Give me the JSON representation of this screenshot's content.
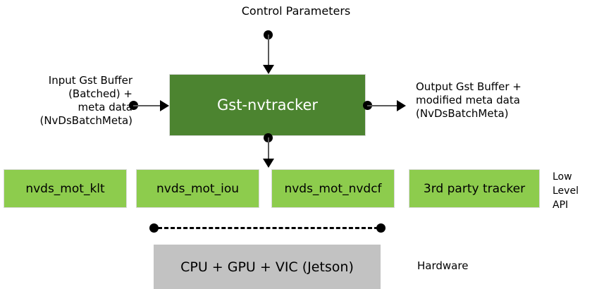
{
  "diagram": {
    "title": "Control Parameters",
    "io": {
      "input_label": "Input Gst Buffer\n(Batched) +\nmeta data\n(NvDsBatchMeta)",
      "output_label": "Output Gst Buffer +\nmodified meta data\n(NvDsBatchMeta)"
    },
    "plugin": {
      "name": "Gst-nvtracker"
    },
    "low_level": {
      "tier_label": "Low\nLevel\nAPI",
      "boxes": [
        {
          "label": "nvds_mot_klt"
        },
        {
          "label": "nvds_mot_iou"
        },
        {
          "label": "nvds_mot_nvdcf"
        },
        {
          "label": "3rd party tracker"
        }
      ]
    },
    "hardware": {
      "tier_label": "Hardware",
      "box_label": "CPU + GPU + VIC (Jetson)"
    },
    "colors": {
      "plugin_green": "#4C8430",
      "low_level_green": "#8DCC4D",
      "hardware_gray": "#c2c2c2",
      "connector": "#000000",
      "text": "#000000",
      "plugin_text": "#ffffff"
    }
  }
}
